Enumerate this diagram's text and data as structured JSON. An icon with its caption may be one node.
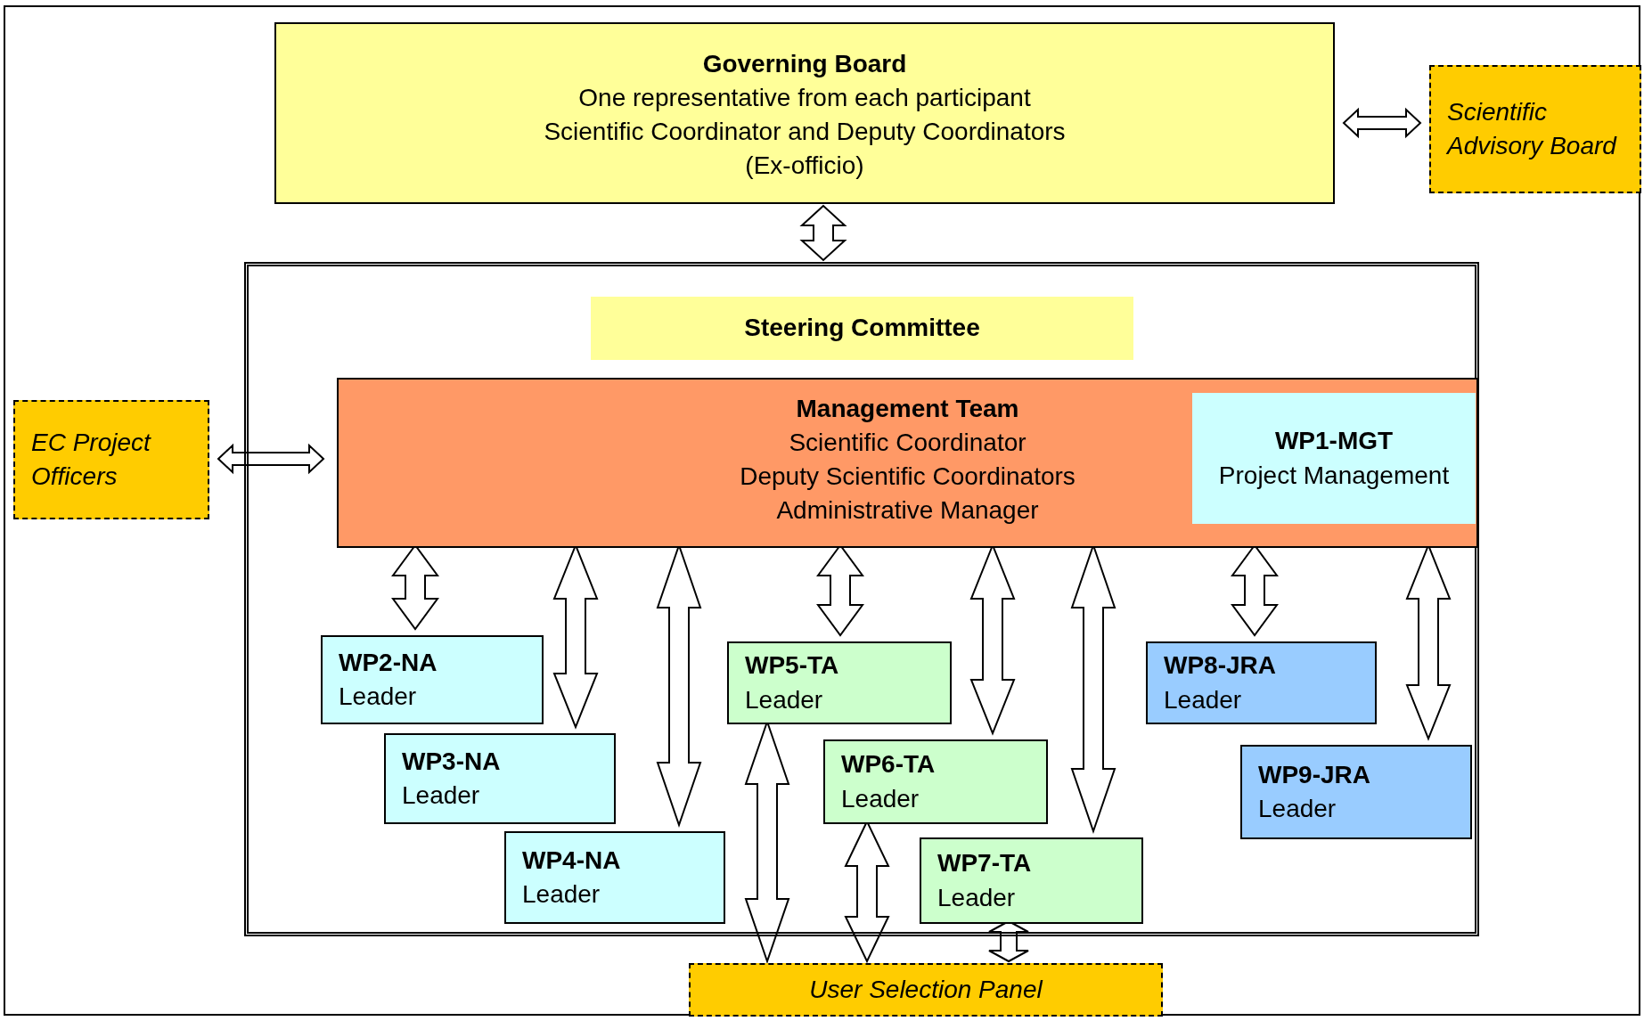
{
  "diagram": {
    "nodes": [
      {
        "text": [
          "Governing Board",
          "One representative from each participant",
          "Scientific Coordinator and Deputy Coordinators",
          "(Ex-officio)"
        ]
      },
      {
        "text": [
          "Scientific Advisory Board"
        ]
      },
      {
        "text": [
          "Steering Committee"
        ]
      },
      {
        "text": [
          "EC Project Officers"
        ]
      },
      {
        "text": [
          "Management Team",
          "Scientific Coordinator",
          "Deputy Scientific Coordinators",
          "Administrative Manager"
        ],
        "in": 2
      },
      {
        "text": [
          "WP1-MGT",
          "Project Management"
        ],
        "in": 4
      },
      {
        "text": [
          "WP2-NA",
          "Leader"
        ],
        "in": 2
      },
      {
        "text": [
          "WP3-NA",
          "Leader"
        ],
        "in": 2
      },
      {
        "text": [
          "WP4-NA",
          "Leader"
        ],
        "in": 2
      },
      {
        "text": [
          "WP5-TA",
          "Leader"
        ],
        "in": 2
      },
      {
        "text": [
          "WP6-TA",
          "Leader"
        ],
        "in": 2
      },
      {
        "text": [
          "WP7-TA",
          "Leader"
        ],
        "in": 2
      },
      {
        "text": [
          "WP8-JRA",
          "Leader"
        ],
        "in": 2
      },
      {
        "text": [
          "WP9-JRA",
          "Leader"
        ],
        "in": 2
      },
      {
        "text": [
          "User Selection Panel"
        ]
      }
    ],
    "edges": [
      {
        "from": 0,
        "to": 1,
        "arrow": "both"
      },
      {
        "from": 0,
        "to": 2,
        "arrow": "both"
      },
      {
        "from": 3,
        "to": 4,
        "arrow": "both"
      },
      {
        "from": 4,
        "to": 6,
        "arrow": "both"
      },
      {
        "from": 4,
        "to": 7,
        "arrow": "both"
      },
      {
        "from": 4,
        "to": 8,
        "arrow": "both"
      },
      {
        "from": 4,
        "to": 9,
        "arrow": "both"
      },
      {
        "from": 4,
        "to": 10,
        "arrow": "both"
      },
      {
        "from": 4,
        "to": 11,
        "arrow": "both"
      },
      {
        "from": 4,
        "to": 12,
        "arrow": "both"
      },
      {
        "from": 4,
        "to": 13,
        "arrow": "both"
      },
      {
        "from": 9,
        "to": 14,
        "arrow": "both"
      },
      {
        "from": 10,
        "to": 14,
        "arrow": "both"
      },
      {
        "from": 11,
        "to": 14,
        "arrow": "both"
      }
    ]
  }
}
